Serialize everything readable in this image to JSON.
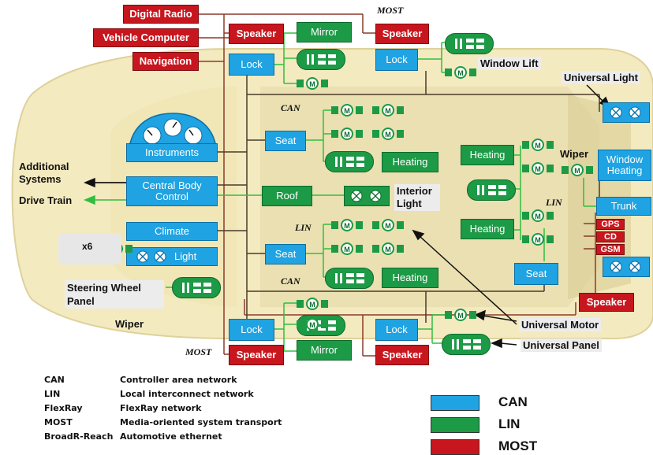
{
  "nodes": {
    "digital_radio": "Digital Radio",
    "vehicle_computer": "Vehicle Computer",
    "navigation": "Navigation",
    "speaker": "Speaker",
    "mirror": "Mirror",
    "lock": "Lock",
    "window_lift": "Window Lift",
    "universal_light": "Universal Light",
    "instruments": "Instruments",
    "seat": "Seat",
    "heating": "Heating",
    "wiper": "Wiper",
    "window_heating": "Window Heating",
    "additional_systems": "Additional Systems",
    "drive_train": "Drive Train",
    "central_body_control": "Central Body Control",
    "roof": "Roof",
    "interior_light": "Interior Light",
    "trunk": "Trunk",
    "climate": "Climate",
    "x6": "x6",
    "light": "Light",
    "gps": "GPS",
    "cd": "CD",
    "gsm": "GSM",
    "steering_wheel_panel": "Steering Wheel Panel",
    "universal_motor": "Universal Motor",
    "universal_panel": "Universal Panel",
    "motor_symbol": "M"
  },
  "bus_labels": {
    "most": "MOST",
    "can": "CAN",
    "lin": "LIN"
  },
  "abbreviations": [
    {
      "abbr": "CAN",
      "meaning": "Controller area network"
    },
    {
      "abbr": "LIN",
      "meaning": "Local interconnect network"
    },
    {
      "abbr": "FlexRay",
      "meaning": "FlexRay network"
    },
    {
      "abbr": "MOST",
      "meaning": "Media-oriented system transport"
    },
    {
      "abbr": "BroadR-Reach",
      "meaning": "Automotive ethernet"
    }
  ],
  "key": [
    {
      "label": "CAN",
      "color": "#1fa3e2"
    },
    {
      "label": "LIN",
      "color": "#1c9a46"
    },
    {
      "label": "MOST",
      "color": "#c8161e"
    }
  ],
  "colors": {
    "can": "#1fa3e2",
    "lin": "#1c9a46",
    "most": "#c8161e",
    "car_body": "#f3e7b4",
    "wire_brown": "#8b3a2a",
    "wire_green": "#2fbf3f"
  }
}
